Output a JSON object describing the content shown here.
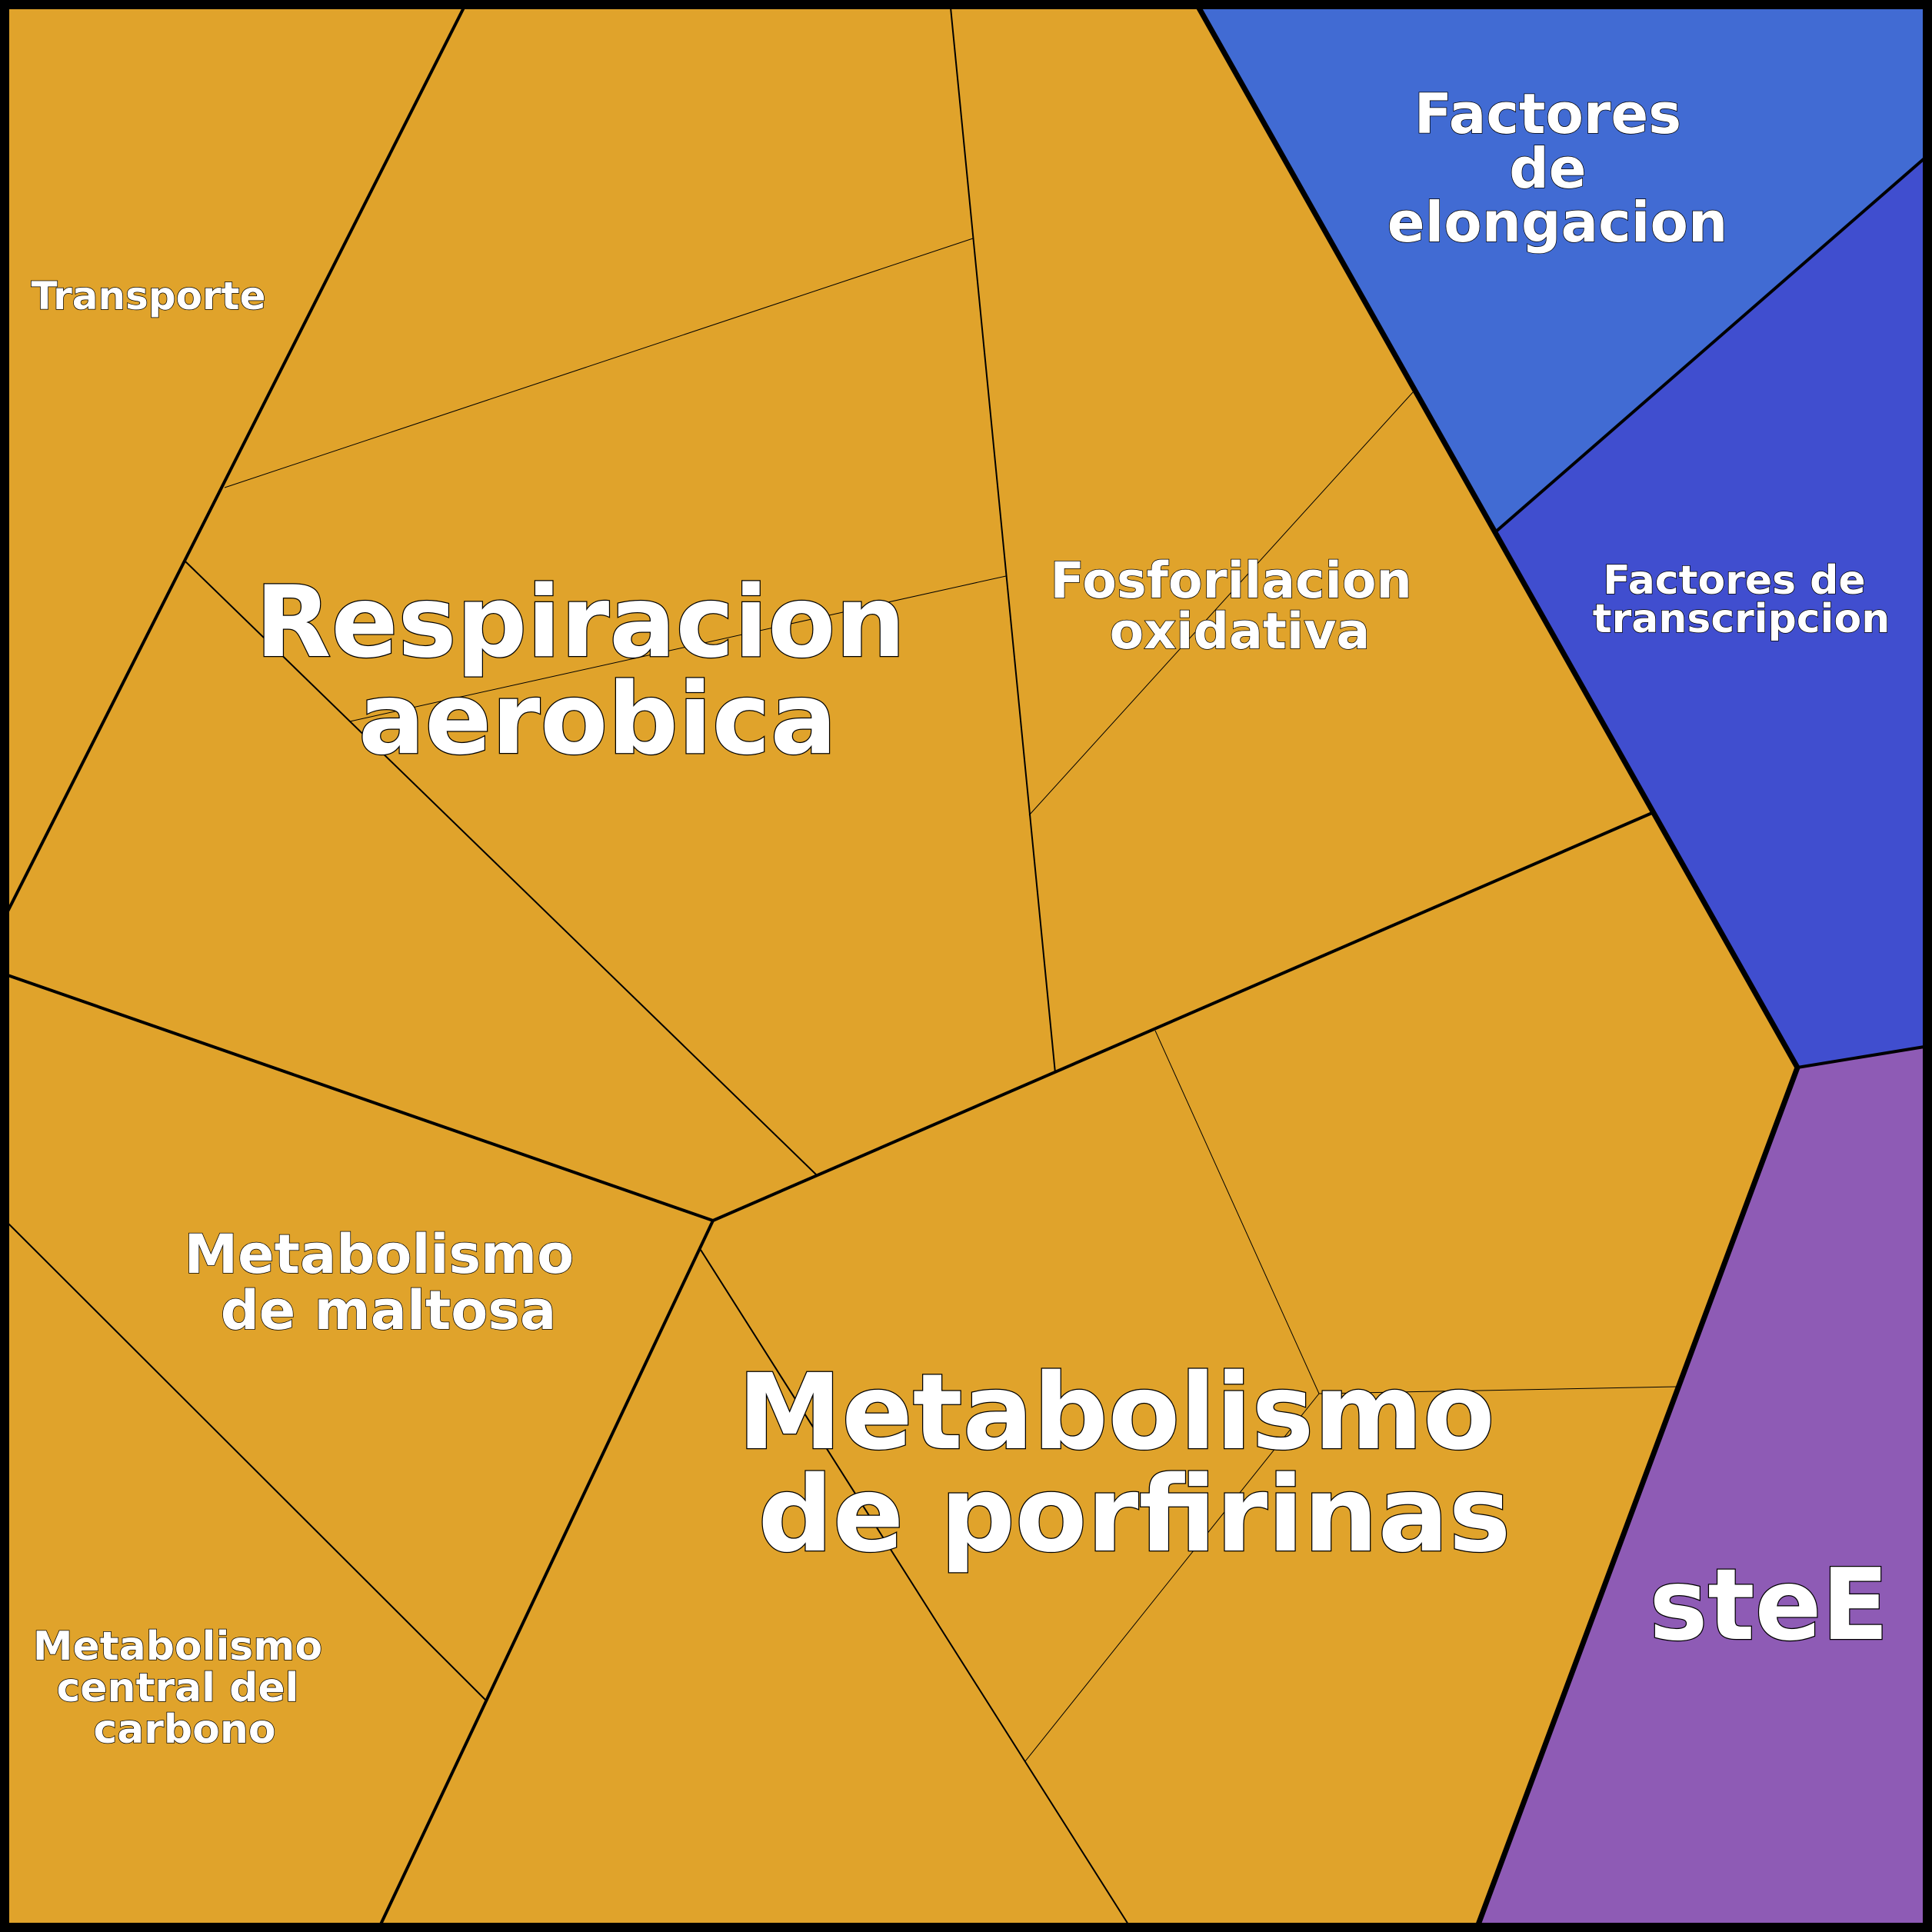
{
  "colors": {
    "orange": "#E0A32B",
    "elongation_blue": "#416BD3",
    "transcription_blue": "#404ECF",
    "stee_purple": "#8E5BB5",
    "border": "#000000"
  },
  "regions": [
    {
      "id": "transporte",
      "label": [
        "Transporte"
      ]
    },
    {
      "id": "respiracion-aerobica",
      "label": [
        "Respiracion",
        "aerobica"
      ]
    },
    {
      "id": "fosforilacion-oxidativa",
      "label": [
        "Fosforilacion",
        "oxidativa"
      ]
    },
    {
      "id": "factores-elongacion",
      "label": [
        "Factores",
        "de",
        "elongacion"
      ]
    },
    {
      "id": "factores-transcripcion",
      "label": [
        "Factores de",
        "transcripcion"
      ]
    },
    {
      "id": "metabolismo-maltosa",
      "label": [
        "Metabolismo",
        "de maltosa"
      ]
    },
    {
      "id": "metabolismo-central-carbono",
      "label": [
        "Metabolismo",
        "central del",
        "carbono"
      ]
    },
    {
      "id": "metabolismo-porfirinas",
      "label": [
        "Metabolismo",
        "de porfirinas"
      ]
    },
    {
      "id": "stee",
      "label": [
        "steE"
      ]
    }
  ]
}
